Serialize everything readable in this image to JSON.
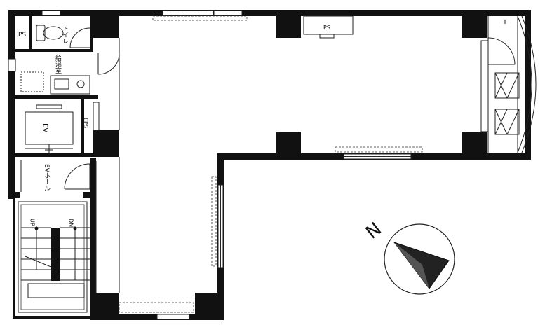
{
  "floorplan": {
    "labels": {
      "ps_top_left": "PS",
      "toilet": "トイレ",
      "kitchenette": "給湯室",
      "elevator": "EV",
      "eps": "EPS",
      "ev_hall": "EVホール",
      "stair_up": "UP",
      "stair_down": "DN",
      "ps_top_mid": "PS"
    },
    "compass": {
      "north_label": "N"
    },
    "colors": {
      "wall": "#111111",
      "line": "#222222",
      "paper": "#ffffff"
    }
  }
}
